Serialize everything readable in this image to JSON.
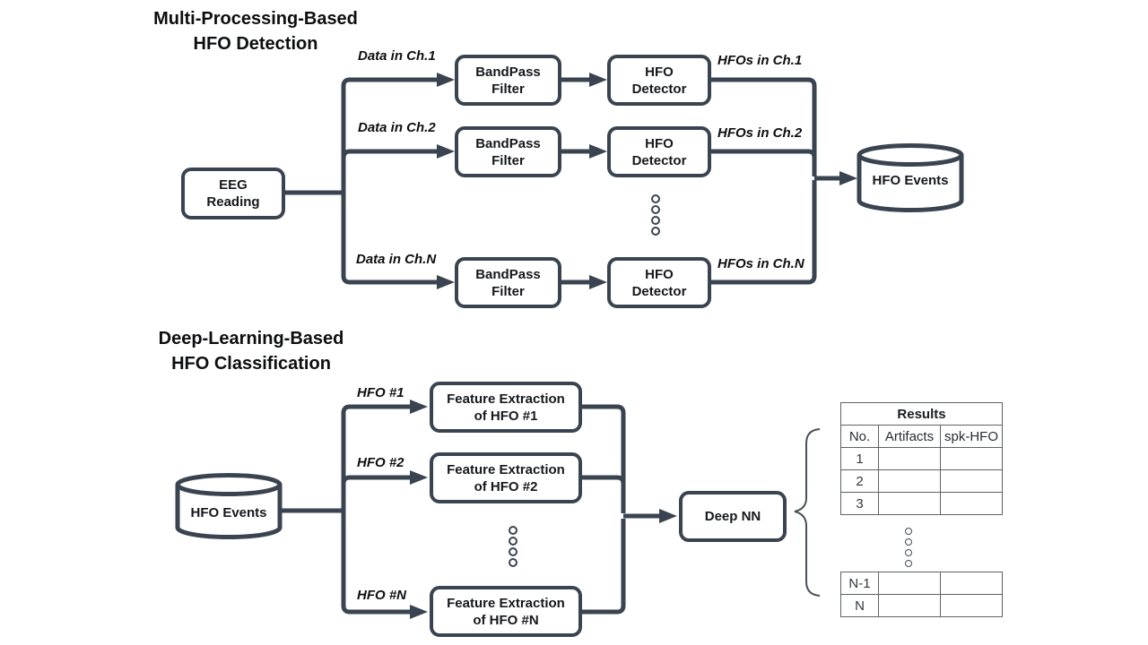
{
  "colors": {
    "line": "#3a4450",
    "table_border": "#5d6166",
    "background": "#ffffff"
  },
  "detection": {
    "title": "Multi-Processing-Based\nHFO Detection",
    "source_label": "EEG\nReading",
    "channels": [
      {
        "input": "Data in Ch.1",
        "filter": "BandPass\nFilter",
        "detector": "HFO\nDetector",
        "output": "HFOs in Ch.1"
      },
      {
        "input": "Data in Ch.2",
        "filter": "BandPass\nFilter",
        "detector": "HFO\nDetector",
        "output": "HFOs in Ch.2"
      },
      {
        "input": "Data in Ch.N",
        "filter": "BandPass\nFilter",
        "detector": "HFO\nDetector",
        "output": "HFOs in Ch.N"
      }
    ],
    "sink_label": "HFO Events"
  },
  "classification": {
    "title": "Deep-Learning-Based\nHFO Classification",
    "source_label": "HFO Events",
    "events": [
      {
        "input": "HFO #1",
        "extractor": "Feature Extraction\nof HFO #1"
      },
      {
        "input": "HFO #2",
        "extractor": "Feature Extraction\nof HFO #2"
      },
      {
        "input": "HFO #N",
        "extractor": "Feature Extraction\nof HFO #N"
      }
    ],
    "classifier_label": "Deep NN",
    "results": {
      "title": "Results",
      "columns": [
        "No.",
        "Artifacts",
        "spk-HFO"
      ],
      "top_rows": [
        "1",
        "2",
        "3"
      ],
      "bottom_rows": [
        "N-1",
        "N"
      ]
    }
  }
}
